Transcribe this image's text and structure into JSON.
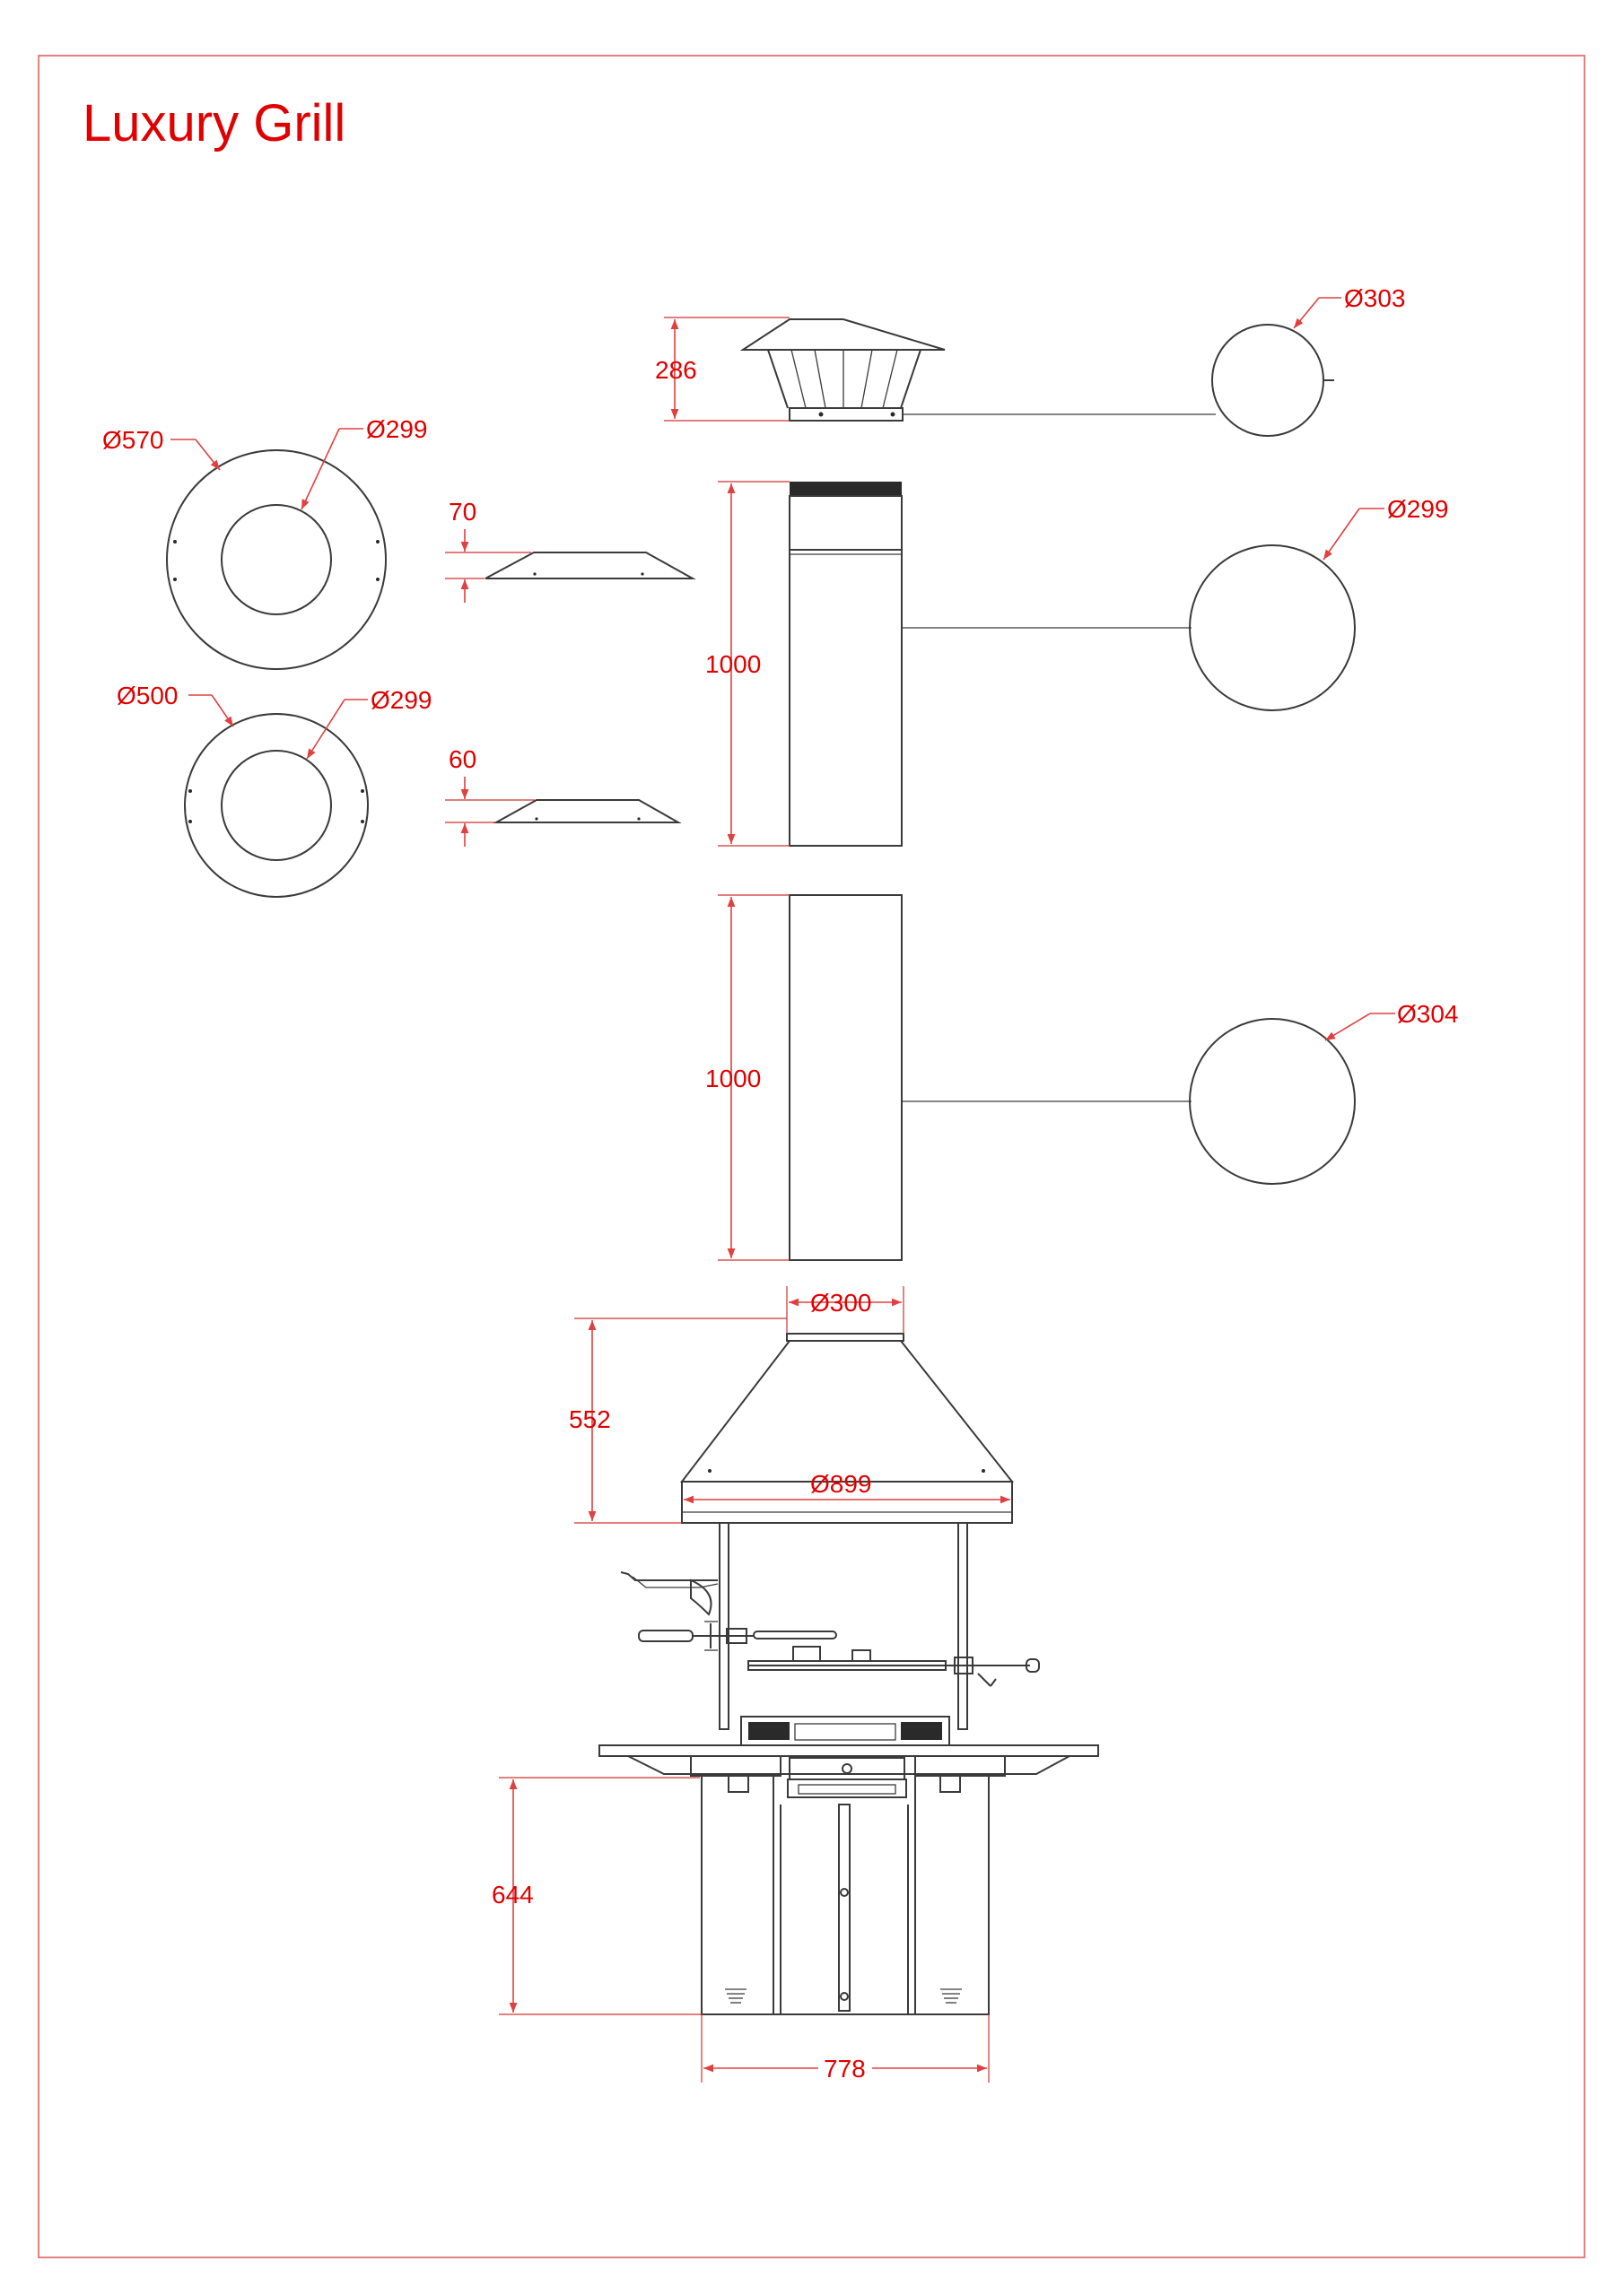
{
  "title": "Luxury Grill",
  "colors": {
    "frame": "#e06060",
    "dimension_text": "#e00000",
    "line_work": "#3a3a3a"
  },
  "dimensions": {
    "cap_height": "286",
    "cap_diameter": "Ø303",
    "collar_large_outer": "Ø570",
    "collar_large_inner": "Ø299",
    "collar_large_height": "70",
    "collar_small_outer": "Ø500",
    "collar_small_inner": "Ø299",
    "collar_small_height": "60",
    "chimney_upper_height": "1000",
    "chimney_upper_diameter": "Ø299",
    "chimney_lower_height": "1000",
    "chimney_lower_diameter": "Ø304",
    "hood_top_diameter": "Ø300",
    "hood_height": "552",
    "hood_bottom_diameter": "Ø899",
    "base_height": "644",
    "base_width": "778"
  }
}
